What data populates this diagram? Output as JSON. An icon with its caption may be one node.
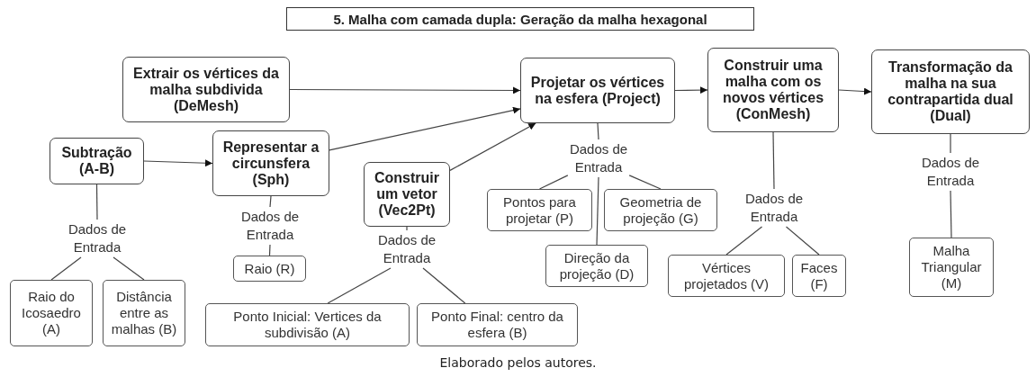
{
  "diagram": {
    "title": "5. Malha com camada dupla: Geração da malha hexagonal",
    "caption": "Elaborado pelos autores.",
    "nodes": [
      {
        "text": [
          "Extrair os vértices da malha subdivida (DeMesh)"
        ]
      },
      {
        "text": [
          "Subtração (A-B)"
        ]
      },
      {
        "text": [
          "Representar a circunsfera (Sph)"
        ]
      },
      {
        "text": [
          "Construir um vetor (Vec2Pt)"
        ]
      },
      {
        "text": [
          "Projetar os vértices na esfera (Project)"
        ]
      },
      {
        "text": [
          "Construir uma malha com os novos vértices (ConMesh)"
        ]
      },
      {
        "text": [
          "Transformação da malha na sua contrapartida dual (Dual)"
        ]
      },
      {
        "text": [
          "Dados de Entrada"
        ]
      },
      {
        "text": [
          "Dados de Entrada"
        ]
      },
      {
        "text": [
          "Dados de Entrada"
        ]
      },
      {
        "text": [
          "Dados de Entrada"
        ]
      },
      {
        "text": [
          "Dados de Entrada"
        ]
      },
      {
        "text": [
          "Dados de Entrada"
        ]
      },
      {
        "text": [
          "Raio do Icosaedro (A)"
        ]
      },
      {
        "text": [
          "Distância entre as malhas (B)"
        ]
      },
      {
        "text": [
          "Raio (R)"
        ]
      },
      {
        "text": [
          "Ponto Inicial: Vertices da subdivisão (A)"
        ]
      },
      {
        "text": [
          "Ponto Final: centro da esfera (B)"
        ]
      },
      {
        "text": [
          "Pontos para projetar (P)"
        ]
      },
      {
        "text": [
          "Geometria de projeção (G)"
        ]
      },
      {
        "text": [
          "Direção da projeção (D)"
        ]
      },
      {
        "text": [
          "Vértices projetados (V)"
        ]
      },
      {
        "text": [
          "Faces (F)"
        ]
      },
      {
        "text": [
          "Malha Triangular (M)"
        ]
      }
    ],
    "edges": [
      {
        "from": 0,
        "to": 4,
        "arrow": "to"
      },
      {
        "from": 2,
        "to": 4,
        "arrow": "to"
      },
      {
        "from": 3,
        "to": 4,
        "arrow": "to"
      },
      {
        "from": 1,
        "to": 2,
        "arrow": "to"
      },
      {
        "from": 4,
        "to": 5,
        "arrow": "to"
      },
      {
        "from": 5,
        "to": 6,
        "arrow": "to"
      },
      {
        "from": 1,
        "to": 7,
        "arrow": "none"
      },
      {
        "from": 7,
        "to": 13,
        "arrow": "none"
      },
      {
        "from": 7,
        "to": 14,
        "arrow": "none"
      },
      {
        "from": 2,
        "to": 8,
        "arrow": "none"
      },
      {
        "from": 8,
        "to": 15,
        "arrow": "none"
      },
      {
        "from": 3,
        "to": 9,
        "arrow": "none"
      },
      {
        "from": 9,
        "to": 16,
        "arrow": "none"
      },
      {
        "from": 9,
        "to": 17,
        "arrow": "none"
      },
      {
        "from": 4,
        "to": 10,
        "arrow": "none"
      },
      {
        "from": 10,
        "to": 18,
        "arrow": "none"
      },
      {
        "from": 10,
        "to": 19,
        "arrow": "none"
      },
      {
        "from": 10,
        "to": 20,
        "arrow": "none"
      },
      {
        "from": 5,
        "to": 11,
        "arrow": "none"
      },
      {
        "from": 11,
        "to": 21,
        "arrow": "none"
      },
      {
        "from": 11,
        "to": 22,
        "arrow": "none"
      },
      {
        "from": 6,
        "to": 12,
        "arrow": "none"
      },
      {
        "from": 12,
        "to": 23,
        "arrow": "none"
      }
    ]
  }
}
